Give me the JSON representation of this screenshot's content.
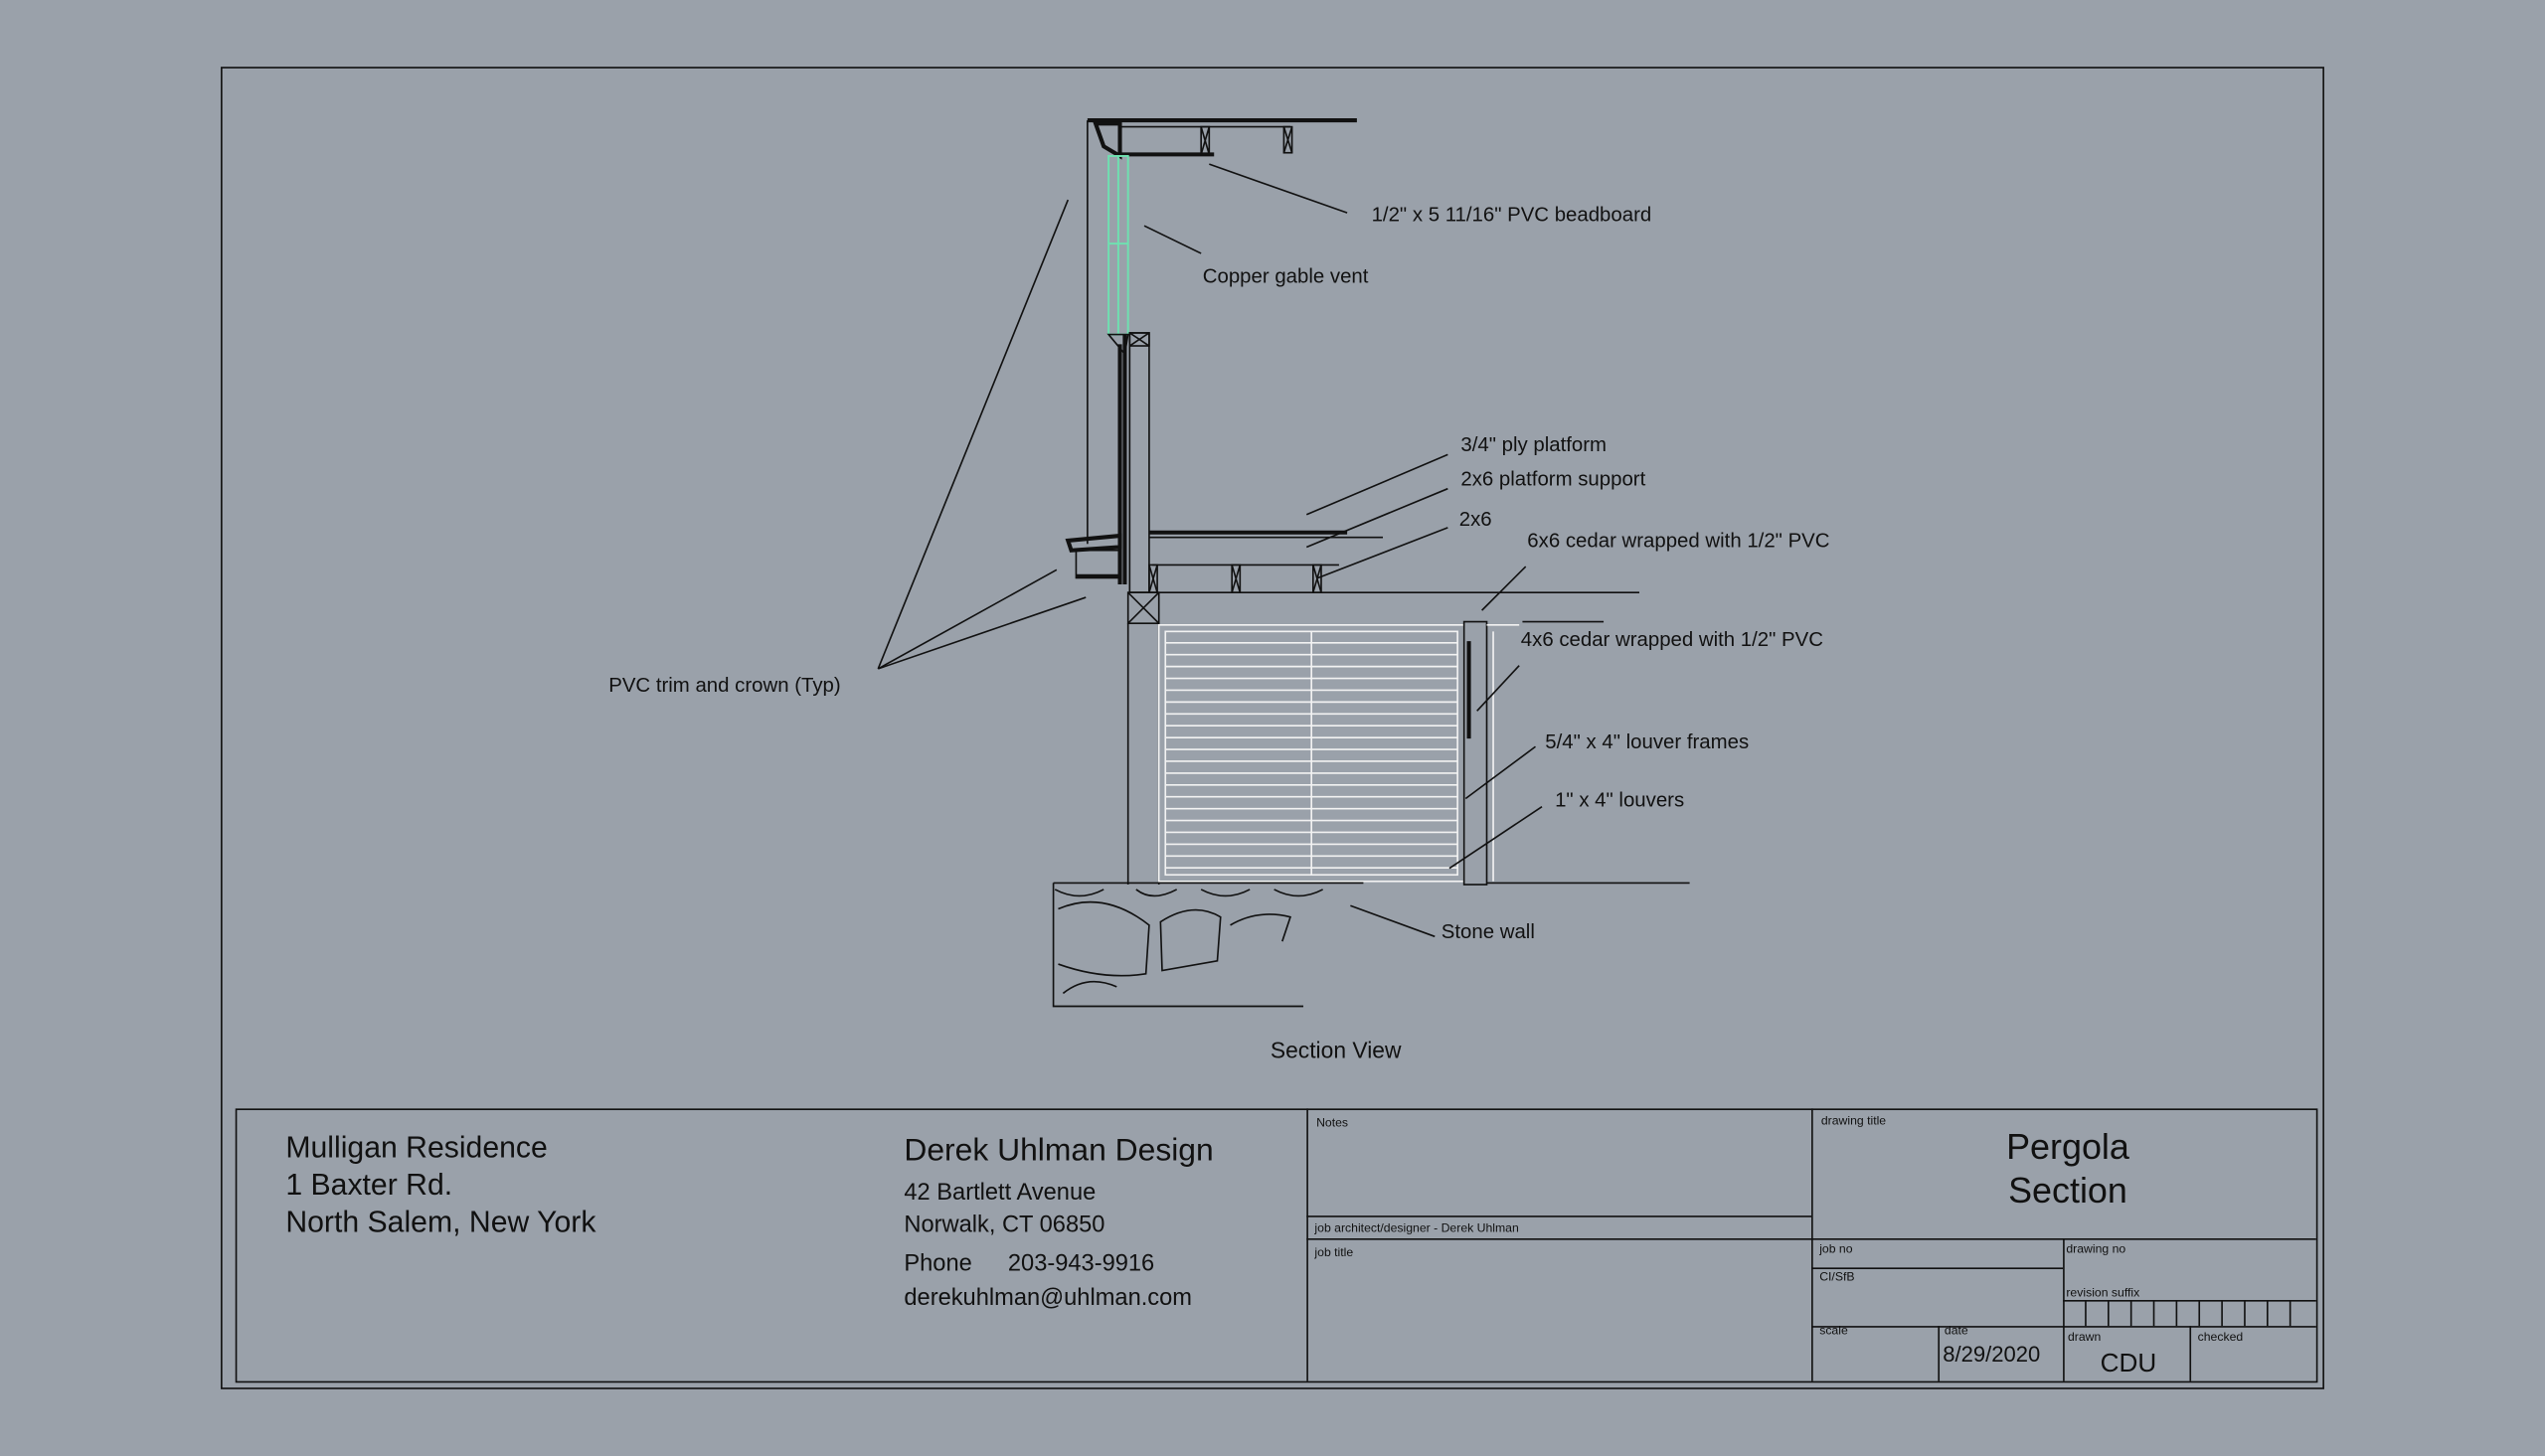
{
  "drawing": {
    "view_title": "Section View",
    "labels": {
      "beadboard": "1/2\" x 5 11/16\" PVC beadboard",
      "gable_vent": "Copper gable vent",
      "ply_platform": "3/4\" ply platform",
      "platform_support": "2x6 platform support",
      "two_by_six": "2x6",
      "cedar_6x6": "6x6 cedar wrapped with 1/2\" PVC",
      "cedar_4x6": "4x6 cedar wrapped with 1/2\" PVC",
      "louver_frames": "5/4\" x 4\" louver frames",
      "louvers": "1\" x 4\" louvers",
      "stone_wall": "Stone wall",
      "pvc_trim": "PVC trim and crown (Typ)"
    },
    "colors": {
      "background": "#9aa1aa",
      "vent": "#6fe0b0",
      "louvers": "#f2f2f2"
    }
  },
  "title_block": {
    "client": {
      "name": "Mulligan Residence",
      "street": "1 Baxter Rd.",
      "city": "North Salem, New York"
    },
    "designer": {
      "company": "Derek Uhlman Design",
      "street": "42 Bartlett Avenue",
      "city": "Norwalk, CT 06850",
      "phone_label": "Phone",
      "phone": "203-943-9916",
      "email": "derekuhlman@uhlman.com"
    },
    "notes_label": "Notes",
    "job_architect": "job architect/designer - Derek Uhlman",
    "job_title_label": "job title",
    "drawing_title_label": "drawing title",
    "drawing_title_line1": "Pergola",
    "drawing_title_line2": "Section",
    "job_no_label": "job no",
    "cisfb_label": "CI/SfB",
    "drawing_no_label": "drawing no",
    "revision_suffix_label": "revision suffix",
    "scale_label": "scale",
    "date_label": "date",
    "date": "8/29/2020",
    "drawn_label": "drawn",
    "drawn": "CDU",
    "checked_label": "checked"
  }
}
